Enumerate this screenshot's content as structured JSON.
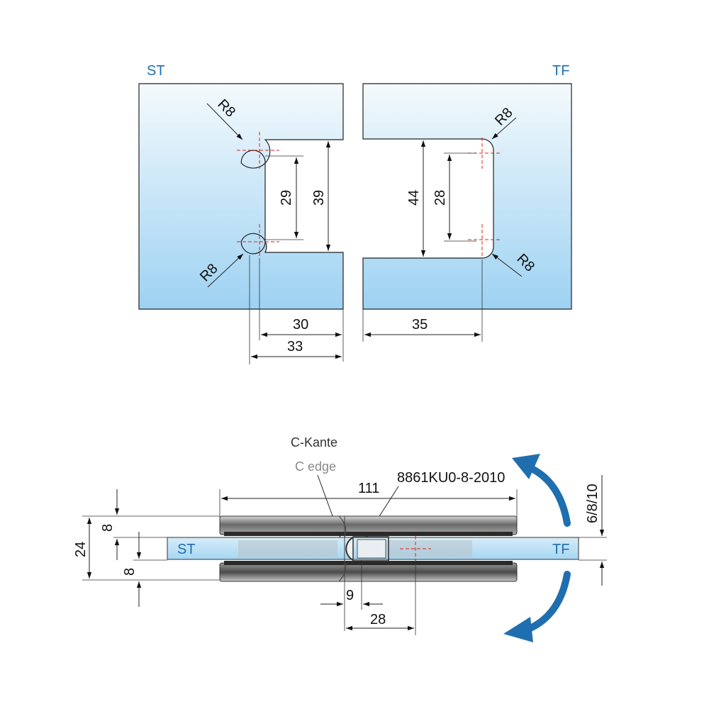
{
  "top": {
    "left_label": "ST",
    "right_label": "TF",
    "left_r_top": "R8",
    "left_r_bottom": "R8",
    "right_r_top": "R8",
    "right_r_bottom": "R8",
    "dim_29": "29",
    "dim_39": "39",
    "dim_44": "44",
    "dim_28": "28",
    "dim_30": "30",
    "dim_33": "33",
    "dim_35": "35"
  },
  "bottom": {
    "c_kante": "C-Kante",
    "c_edge": "C edge",
    "part_number": "8861KU0-8-2010",
    "dim_111": "111",
    "dim_24": "24",
    "dim_8_top": "8",
    "dim_8_bottom": "8",
    "dim_glass": "6/8/10",
    "dim_9": "9",
    "dim_28": "28",
    "left_label": "ST",
    "right_label": "TF"
  },
  "colors": {
    "accent": "#1f6fb0",
    "glass_top": "#e9f5fc",
    "glass_bottom": "#9fd3f1",
    "centerline": "#e02020"
  }
}
